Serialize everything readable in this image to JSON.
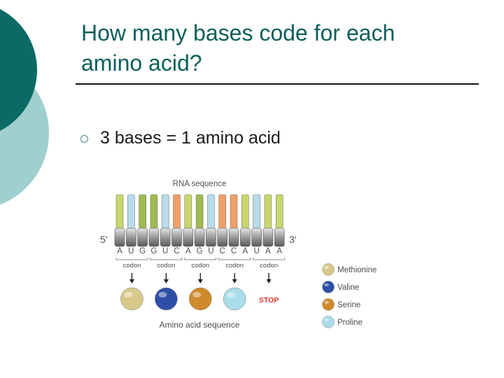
{
  "slide": {
    "title_line1": "How many bases code for each",
    "title_line2": "amino acid?",
    "bullet": "3 bases = 1 amino acid"
  },
  "diagram": {
    "rna_label": "RNA sequence",
    "five_prime": "5′",
    "three_prime": "3′",
    "bases": [
      "A",
      "U",
      "G",
      "G",
      "U",
      "C",
      "A",
      "G",
      "U",
      "C",
      "C",
      "A",
      "U",
      "A",
      "A"
    ],
    "codon_label": "codon",
    "codons": [
      {
        "label": "codon",
        "product": "Methionine"
      },
      {
        "label": "codon",
        "product": "Valine"
      },
      {
        "label": "codon",
        "product": "Serine"
      },
      {
        "label": "codon",
        "product": "Proline"
      },
      {
        "label": "codon",
        "product": "STOP"
      }
    ],
    "stop_label": "STOP",
    "amino_label": "Amino acid sequence",
    "legend": [
      {
        "name": "Methionine",
        "color": "#d8c98a"
      },
      {
        "name": "Valine",
        "color": "#2f4fa6"
      },
      {
        "name": "Serine",
        "color": "#d08a2c"
      },
      {
        "name": "Proline",
        "color": "#a9dde9"
      }
    ]
  },
  "colors": {
    "base_A": "#c9d66a",
    "base_U": "#b8dcea",
    "base_G": "#9fbb50",
    "base_C": "#f0a066",
    "stop": "#d9372b",
    "title": "#0b5f5b",
    "deco_dark": "#0b6a65",
    "deco_light": "#9fcfcf"
  }
}
